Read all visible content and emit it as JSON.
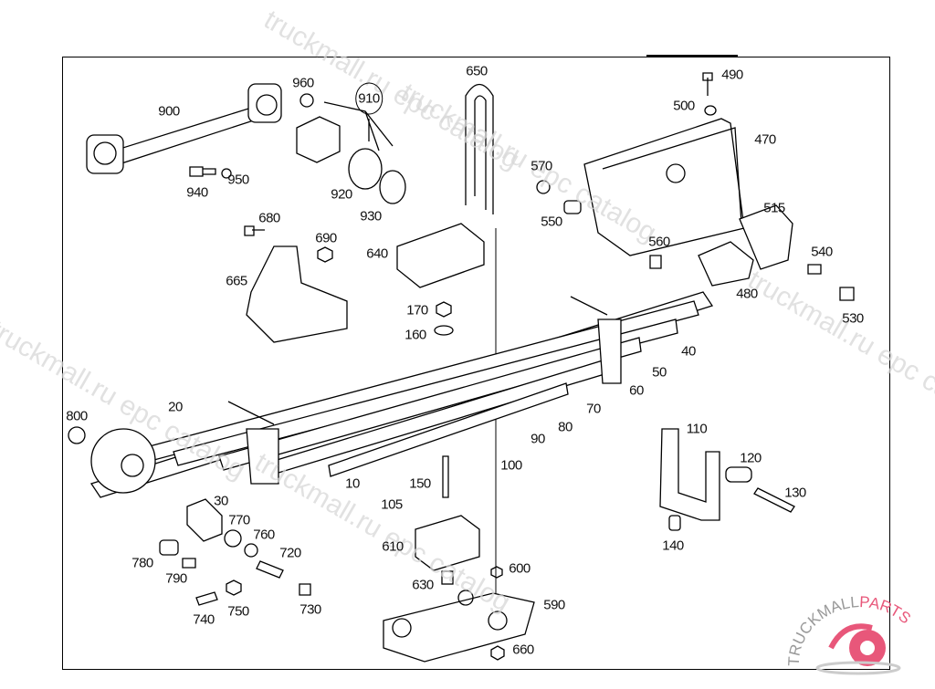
{
  "watermarks": [
    "truckmall.ru epc catalog",
    "truckmall.ru epc catalog",
    "truckmall.ru epc catalog",
    "truckmall.ru epc catalog",
    "truckmall.ru epc catalog"
  ],
  "logo": {
    "text_left": "TRUCKMALL",
    "text_right": "PARTS",
    "color_gray": "#999999",
    "color_pink": "#e8577a"
  },
  "callouts": [
    {
      "id": "900",
      "text": "900"
    },
    {
      "id": "960",
      "text": "960"
    },
    {
      "id": "910",
      "text": "910",
      "circled": true
    },
    {
      "id": "950",
      "text": "950"
    },
    {
      "id": "940",
      "text": "940"
    },
    {
      "id": "920",
      "text": "920"
    },
    {
      "id": "930",
      "text": "930"
    },
    {
      "id": "650",
      "text": "650"
    },
    {
      "id": "490",
      "text": "490"
    },
    {
      "id": "500",
      "text": "500"
    },
    {
      "id": "470",
      "text": "470"
    },
    {
      "id": "570",
      "text": "570"
    },
    {
      "id": "550",
      "text": "550"
    },
    {
      "id": "515",
      "text": "515"
    },
    {
      "id": "560",
      "text": "560"
    },
    {
      "id": "540",
      "text": "540"
    },
    {
      "id": "480",
      "text": "480"
    },
    {
      "id": "530",
      "text": "530"
    },
    {
      "id": "680",
      "text": "680"
    },
    {
      "id": "690",
      "text": "690"
    },
    {
      "id": "665",
      "text": "665"
    },
    {
      "id": "640",
      "text": "640"
    },
    {
      "id": "170",
      "text": "170"
    },
    {
      "id": "160",
      "text": "160"
    },
    {
      "id": "800",
      "text": "800"
    },
    {
      "id": "20",
      "text": "20"
    },
    {
      "id": "40",
      "text": "40"
    },
    {
      "id": "50",
      "text": "50"
    },
    {
      "id": "60",
      "text": "60"
    },
    {
      "id": "70",
      "text": "70"
    },
    {
      "id": "80",
      "text": "80"
    },
    {
      "id": "90",
      "text": "90"
    },
    {
      "id": "100",
      "text": "100"
    },
    {
      "id": "10",
      "text": "10"
    },
    {
      "id": "105",
      "text": "105"
    },
    {
      "id": "150",
      "text": "150"
    },
    {
      "id": "30",
      "text": "30"
    },
    {
      "id": "770",
      "text": "770"
    },
    {
      "id": "760",
      "text": "760"
    },
    {
      "id": "720",
      "text": "720"
    },
    {
      "id": "780",
      "text": "780"
    },
    {
      "id": "790",
      "text": "790"
    },
    {
      "id": "610",
      "text": "610"
    },
    {
      "id": "600",
      "text": "600"
    },
    {
      "id": "630",
      "text": "630"
    },
    {
      "id": "590",
      "text": "590"
    },
    {
      "id": "740",
      "text": "740"
    },
    {
      "id": "750",
      "text": "750"
    },
    {
      "id": "730",
      "text": "730"
    },
    {
      "id": "660",
      "text": "660"
    },
    {
      "id": "110",
      "text": "110"
    },
    {
      "id": "120",
      "text": "120"
    },
    {
      "id": "130",
      "text": "130"
    },
    {
      "id": "140",
      "text": "140"
    }
  ]
}
